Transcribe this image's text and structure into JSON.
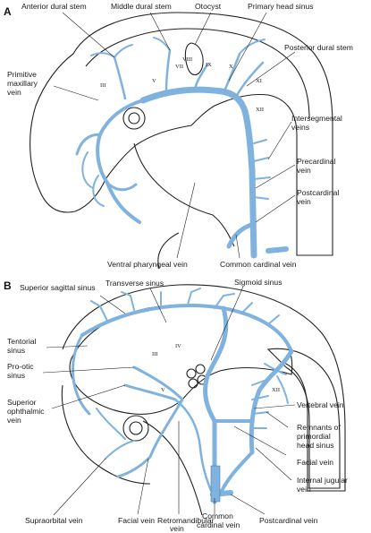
{
  "panels": {
    "a": {
      "letter": "A",
      "labels": {
        "anterior_dural_stem": "Anterior dural stem",
        "middle_dural_stem": "Middle dural stem",
        "otocyst": "Otocyst",
        "primary_head_sinus": "Primary head sinus",
        "primitive_maxillary_vein_line1": "Primitive",
        "primitive_maxillary_vein_line2": "maxillary",
        "primitive_maxillary_vein_line3": "vein",
        "posterior_dural_stem": "Posterior dural stem",
        "intersegmental_veins_line1": "Intersegmental",
        "intersegmental_veins_line2": "veins",
        "precardinal_vein_line1": "Precardinal",
        "precardinal_vein_line2": "vein",
        "postcardinal_vein_line1": "Postcardinal",
        "postcardinal_vein_line2": "vein",
        "ventral_pharyngeal_vein": "Ventral pharyngeal vein",
        "common_cardinal_vein": "Common cardinal vein"
      },
      "numerals": [
        "III",
        "V",
        "VII",
        "VIII",
        "IX",
        "X",
        "XI",
        "XII"
      ]
    },
    "b": {
      "letter": "B",
      "labels": {
        "superior_sagittal_sinus": "Superior sagittal sinus",
        "transverse_sinus": "Transverse sinus",
        "sigmoid_sinus": "Sigmoid sinus",
        "tentorial_sinus_line1": "Tentorial",
        "tentorial_sinus_line2": "sinus",
        "pro_otic_sinus_line1": "Pro-otic",
        "pro_otic_sinus_line2": "sinus",
        "superior_ophthalmic_vein_line1": "Superior",
        "superior_ophthalmic_vein_line2": "ophthalmic",
        "superior_ophthalmic_vein_line3": "vein",
        "vertebral_vein": "Vertebral vein",
        "remnants_line1": "Remnants of",
        "remnants_line2": "primordial",
        "remnants_line3": "head sinus",
        "facial_vein_right": "Facial vein",
        "internal_jugular_vein_line1": "Internal jugular",
        "internal_jugular_vein_line2": "vein",
        "supraorbital_vein": "Supraorbital vein",
        "facial_vein_bottom": "Facial vein",
        "retromandibular_vein_line1": "Retromandibular",
        "retromandibular_vein_line2": "vein",
        "common_cardinal_vein_line1": "Common",
        "common_cardinal_vein_line2": "cardinal vein",
        "postcardinal_vein": "Postcardinal vein"
      },
      "numerals": [
        "III",
        "IV",
        "V",
        "XII"
      ]
    }
  },
  "colors": {
    "vein": "#7fb2de",
    "outline": "#222222",
    "stipple": "#9a9a9a"
  }
}
